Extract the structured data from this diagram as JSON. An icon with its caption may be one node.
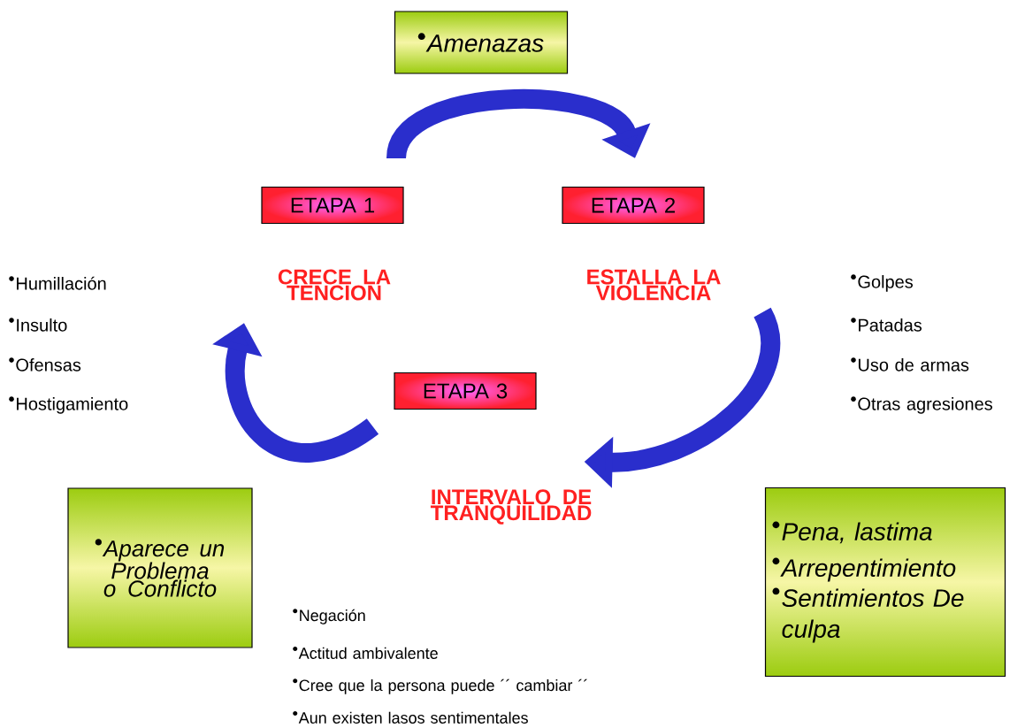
{
  "diagram": {
    "nodes": [
      {
        "text": [
          "Amenazas"
        ]
      },
      {
        "text": [
          "ETAPA 1"
        ],
        "beside": [
          "CRECE LA TENCION"
        ]
      },
      {
        "text": [
          "ETAPA 2"
        ],
        "beside": [
          "ESTALLA LA VIOLENCIA"
        ]
      },
      {
        "text": [
          "ETAPA 3"
        ],
        "beside": [
          "INTERVALO DE TRANQUILIDAD"
        ]
      },
      {
        "text": [
          "Aparece un Problema o Conflicto"
        ]
      },
      {
        "text": [
          "Pena, lastima",
          "Arrepentimiento",
          "Sentimientos De culpa"
        ]
      }
    ],
    "edges": [
      {
        "from": 1,
        "to": 2,
        "arrow": "to"
      },
      {
        "from": 2,
        "to": 3,
        "arrow": "to"
      },
      {
        "from": 3,
        "to": 1,
        "arrow": "to"
      }
    ],
    "labels": [
      "Humillación",
      "Insulto",
      "Ofensas",
      "Hostigamiento",
      "Golpes",
      "Patadas",
      "Uso de armas",
      "Otras agresiones",
      "Negación",
      "Actitud ambivalente",
      "Cree que la persona puede ´´ cambiar ´´",
      "Aun existen lasos sentimentales"
    ]
  }
}
